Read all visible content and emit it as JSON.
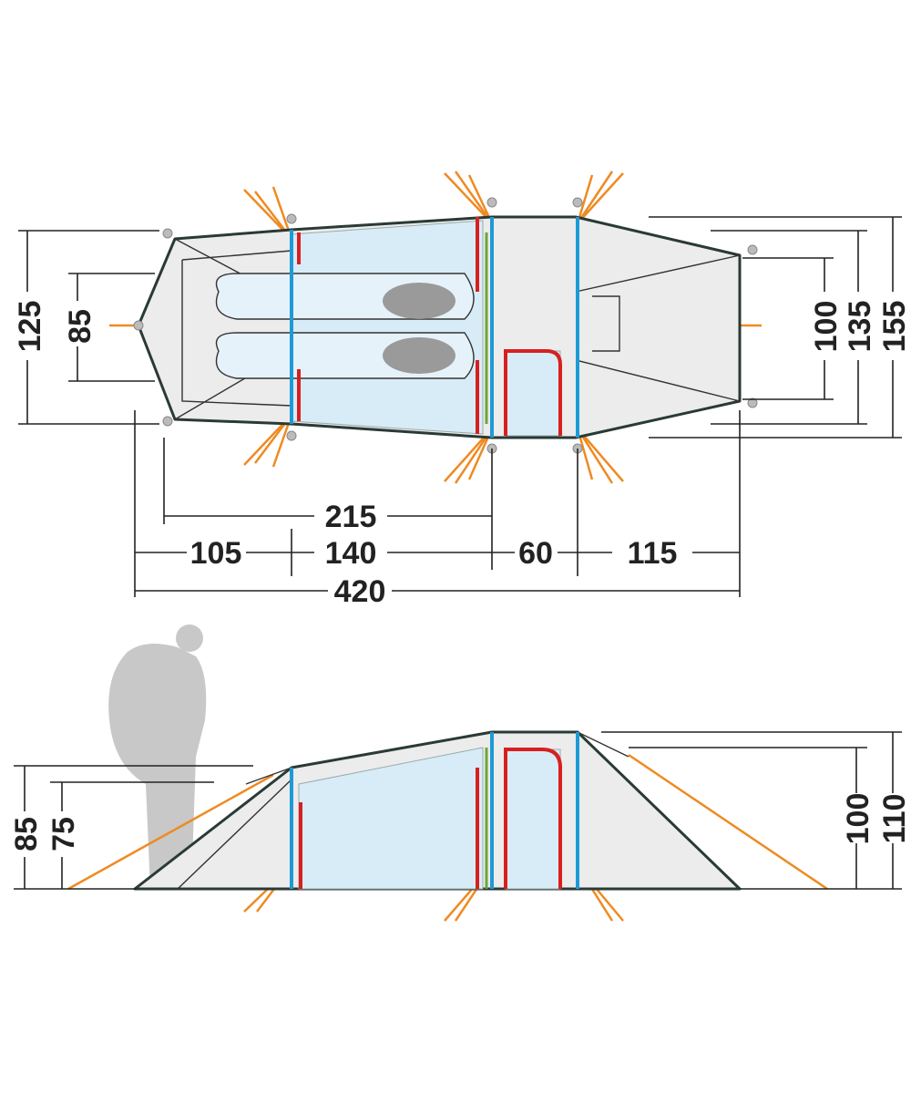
{
  "top_view": {
    "widths": {
      "left_outer": "125",
      "left_inner": "85",
      "right_inner": "100",
      "right_mid": "135",
      "right_outer": "155"
    },
    "lengths": {
      "inner_tent": "215",
      "front_vestibule": "105",
      "sleeping": "140",
      "mid_vestibule": "60",
      "rear_vestibule": "115",
      "total": "420"
    }
  },
  "side_view": {
    "heights": {
      "front_outer": "85",
      "front_inner": "75",
      "rear_inner": "100",
      "rear_outer": "110"
    }
  },
  "colors": {
    "guy_line": "#ef8a22",
    "pole": "#1e9ad6",
    "door_zip": "#d81f1f",
    "inner_tent": "#d8ecf8"
  }
}
